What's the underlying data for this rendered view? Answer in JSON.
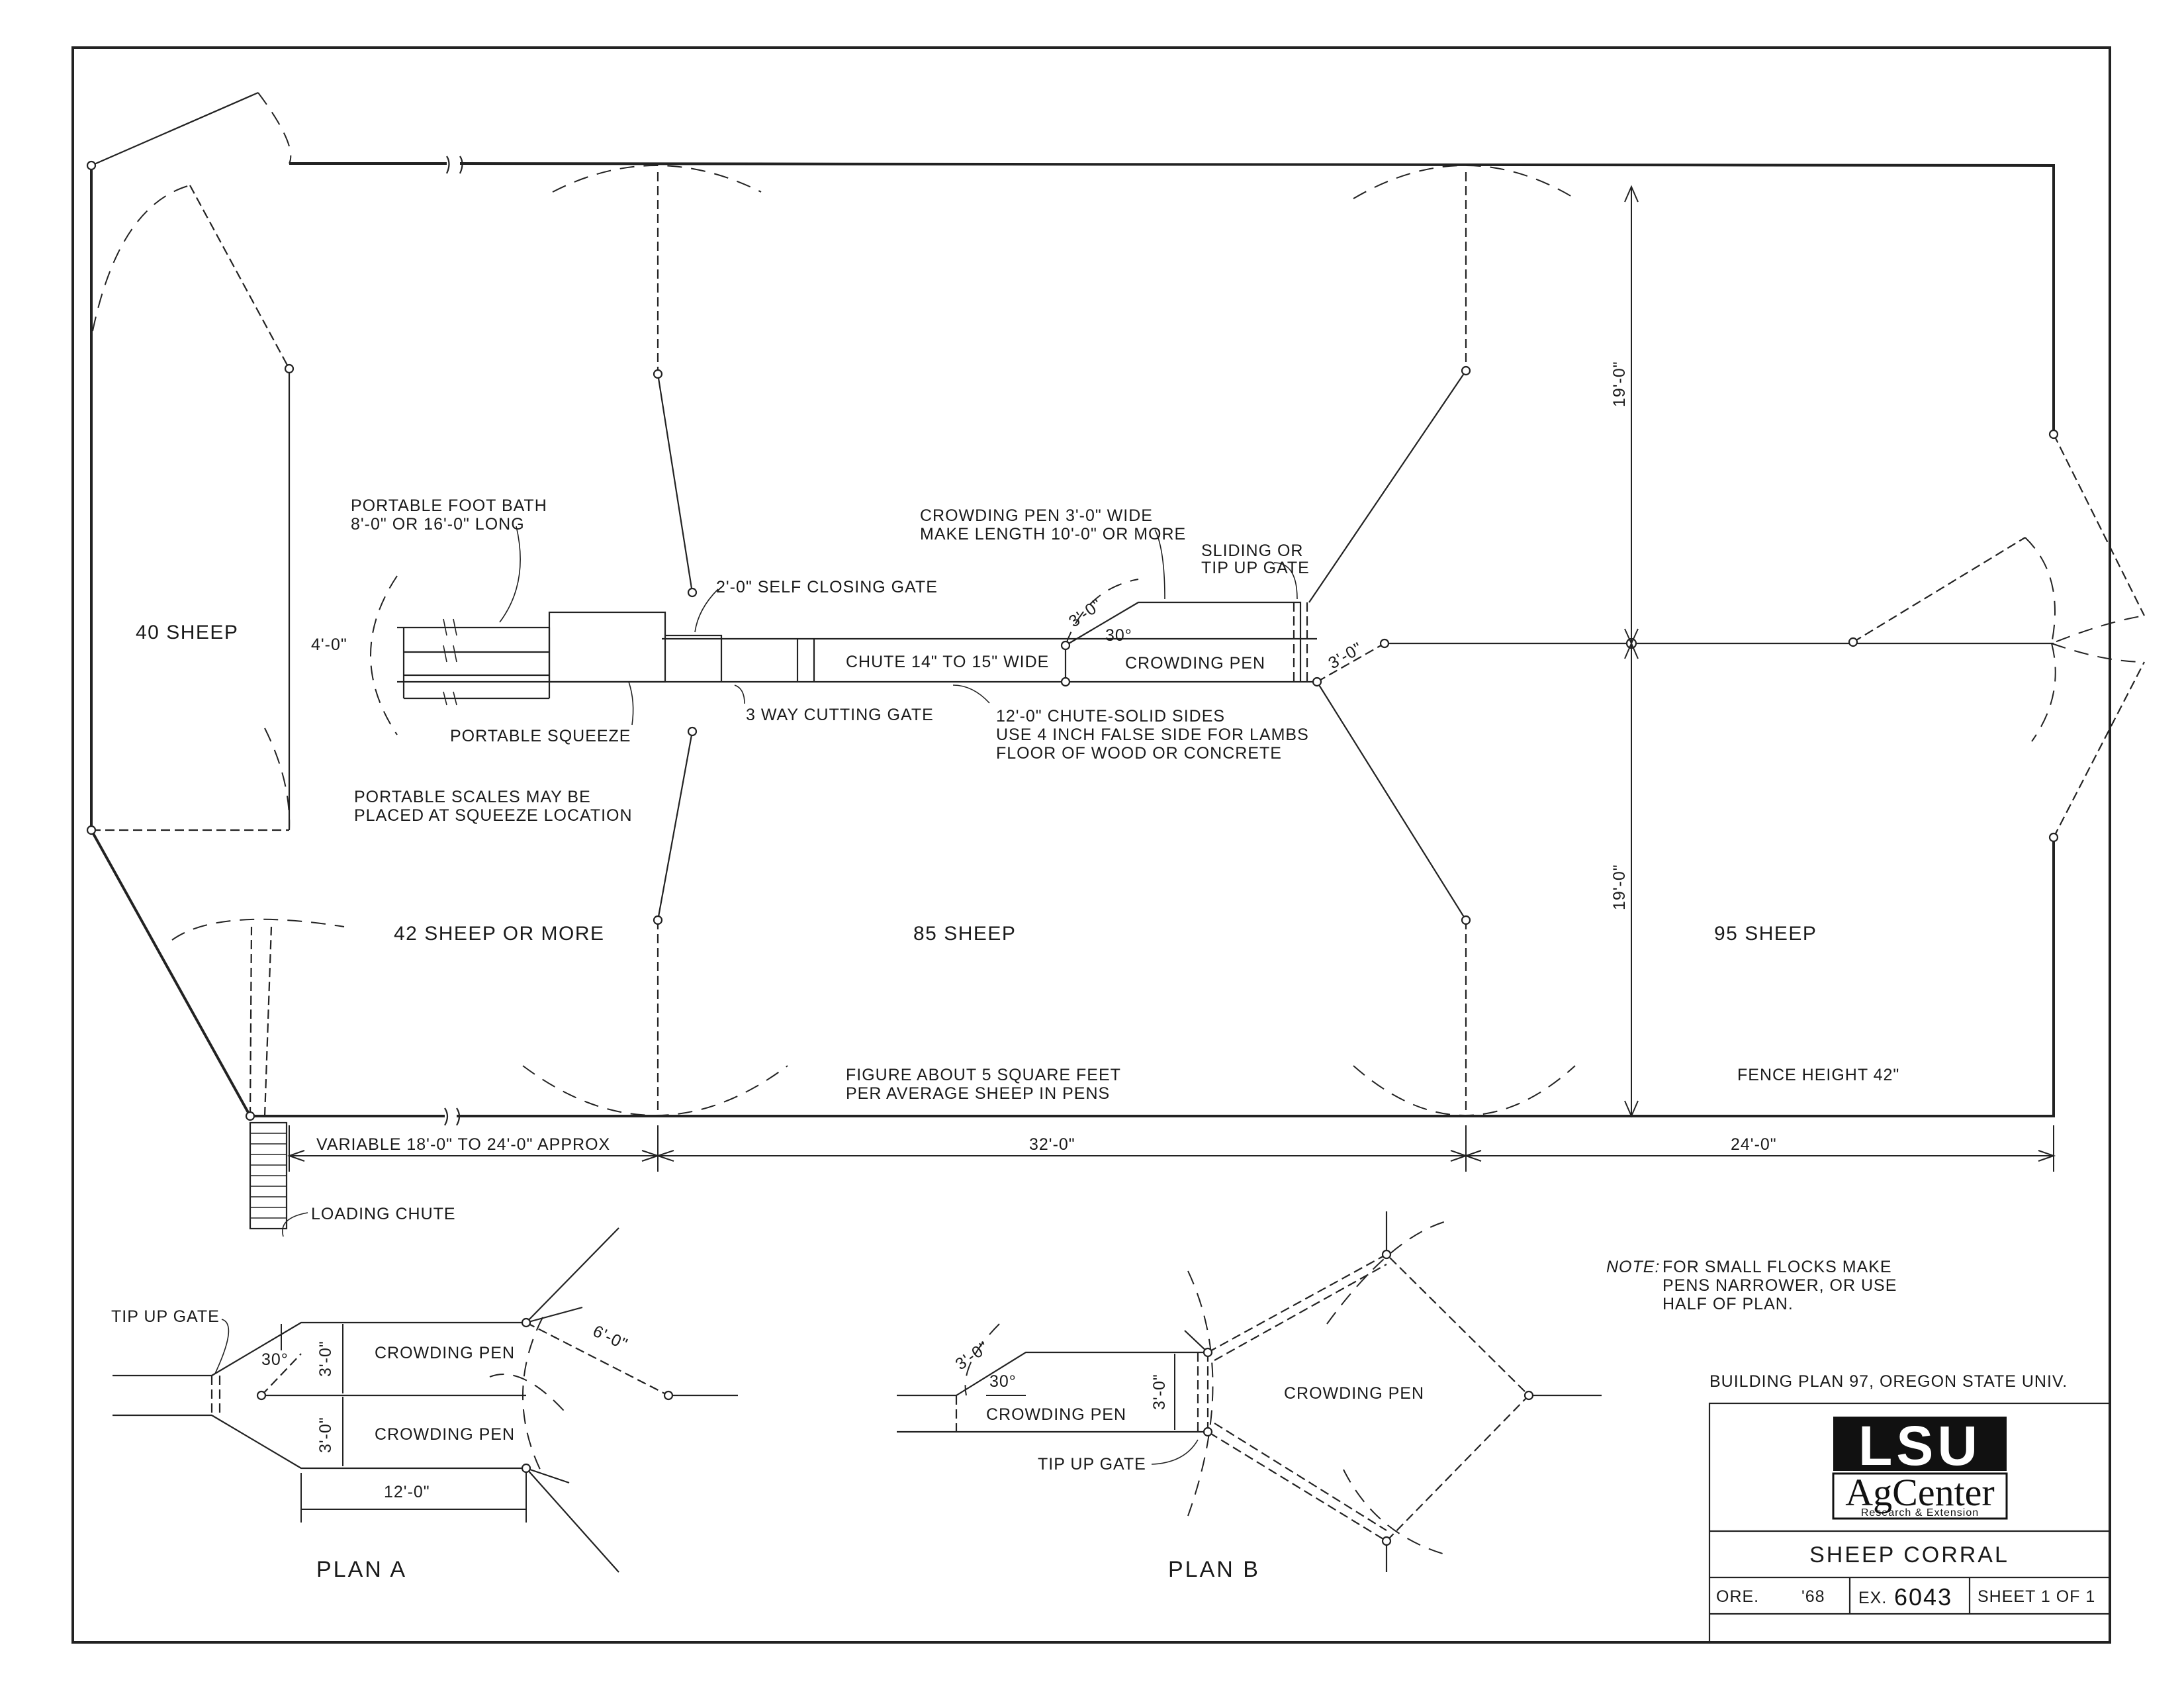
{
  "pens": {
    "pen_40": "40 SHEEP",
    "pen_42": "42 SHEEP OR MORE",
    "pen_85": "85 SHEEP",
    "pen_95": "95 SHEEP"
  },
  "notes": {
    "foot_bath_1": "PORTABLE FOOT BATH",
    "foot_bath_2": "8'-0\" OR 16'-0\" LONG",
    "gate_4ft": "4'-0\"",
    "self_closing": "2'-0\" SELF CLOSING GATE",
    "crowding_1": "CROWDING PEN 3'-0\" WIDE",
    "crowding_2": "MAKE LENGTH 10'-0\" OR MORE",
    "sliding_1": "SLIDING OR",
    "sliding_2": "TIP UP GATE",
    "chute_wide": "CHUTE 14\" TO 15\" WIDE",
    "crowding_pen": "CROWDING PEN",
    "three_ft": "3'-0\"",
    "thirty_deg": "30°",
    "three_ft_right": "3'-0\"",
    "portable_squeeze": "PORTABLE SQUEEZE",
    "cutting_gate": "3 WAY CUTTING GATE",
    "chute_sides_1": "12'-0\" CHUTE-SOLID SIDES",
    "chute_sides_2": "USE 4 INCH FALSE SIDE FOR LAMBS",
    "chute_sides_3": "FLOOR OF WOOD OR CONCRETE",
    "scales_1": "PORTABLE SCALES MAY BE",
    "scales_2": "PLACED AT SQUEEZE LOCATION",
    "figure_1": "FIGURE ABOUT 5 SQUARE FEET",
    "figure_2": "PER AVERAGE SHEEP IN PENS",
    "fence_height": "FENCE HEIGHT 42\"",
    "dim_19_top": "19'-0\"",
    "dim_19_bottom": "19'-0\"",
    "loading_chute": "LOADING CHUTE"
  },
  "dimensions": {
    "variable": "VARIABLE 18'-0\" TO 24'-0\" APPROX",
    "d32": "32'-0\"",
    "d24": "24'-0\""
  },
  "plan_a": {
    "title": "PLAN A",
    "tip_up_gate": "TIP UP GATE",
    "angle": "30°",
    "pen_top": "CROWDING PEN",
    "pen_bottom": "CROWDING PEN",
    "width_top": "3'-0\"",
    "width_bottom": "3'-0\"",
    "gate_6ft": "6'-0\"",
    "length": "12'-0\""
  },
  "plan_b": {
    "title": "PLAN B",
    "three_ft": "3'-0\"",
    "angle": "30°",
    "pen_left": "CROWDING PEN",
    "width": "3'-0\"",
    "tip_up_gate": "TIP UP GATE",
    "pen_diamond": "CROWDING PEN"
  },
  "note_block": {
    "label": "NOTE:",
    "line1": "FOR SMALL FLOCKS MAKE",
    "line2": "PENS NARROWER, OR USE",
    "line3": "HALF OF PLAN."
  },
  "title_block": {
    "building_plan": "BUILDING PLAN 97, OREGON STATE UNIV.",
    "logo_top": "LSU",
    "logo_mid": "AgCenter",
    "logo_sub": "Research & Extension",
    "drawing_title": "SHEEP CORRAL",
    "origin": "ORE.",
    "year": "'68",
    "ex_label": "EX.",
    "ex_number": "6043",
    "sheet": "SHEET 1 OF 1"
  }
}
